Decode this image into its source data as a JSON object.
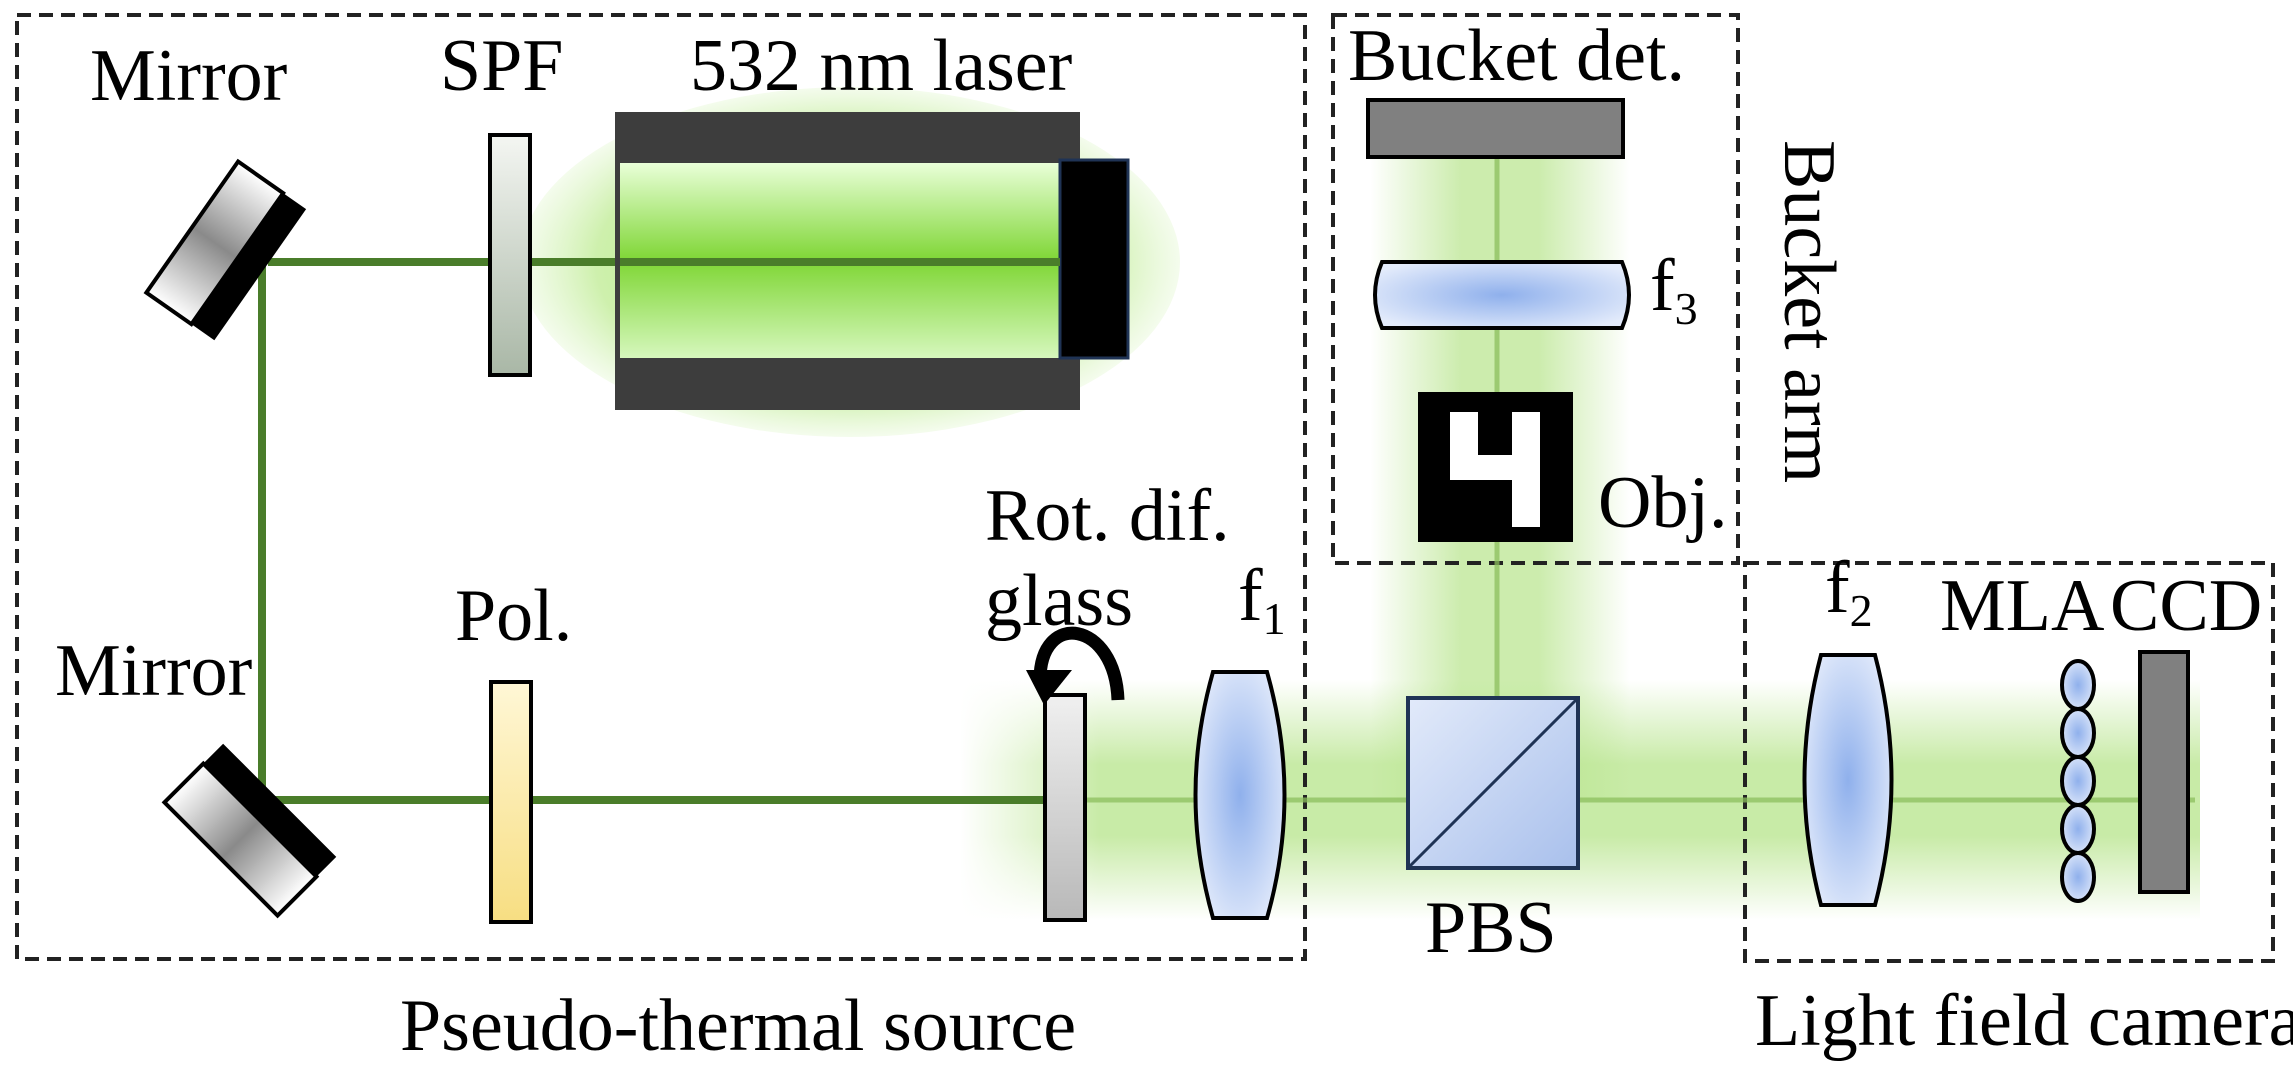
{
  "labels": {
    "mirror_top": "Mirror",
    "mirror_bottom": "Mirror",
    "spf": "SPF",
    "laser": "532 nm laser",
    "pol": "Pol.",
    "rot_line1": "Rot. dif.",
    "rot_line2": "glass",
    "f1_base": "f",
    "f1_sub": "1",
    "f2_base": "f",
    "f2_sub": "2",
    "f3_base": "f",
    "f3_sub": "3",
    "mla": "MLA",
    "ccd": "CCD",
    "pbs": "PBS",
    "bucket_det": "Bucket det.",
    "obj": "Obj.",
    "bucket_arm": "Bucket arm",
    "source": "Pseudo-thermal source",
    "camera": "Light field camera"
  },
  "colors": {
    "beam": "#4a7d2a",
    "laser_green": "#7fd635",
    "glow_green": "#9ed65a",
    "laser_body": "#3d3d3d",
    "detector": "#808080",
    "lens_fill": "#cfdcf5",
    "lens_center": "#8fb0ec",
    "pbs_fill": "#c7d6f2",
    "pbs_stroke": "#1f3355",
    "polarizer": "#fbe9a6",
    "spf": "#c8d0c8"
  },
  "icons": {
    "rotation": "rotation-arrow-icon",
    "object": "digit-four-target-icon"
  }
}
